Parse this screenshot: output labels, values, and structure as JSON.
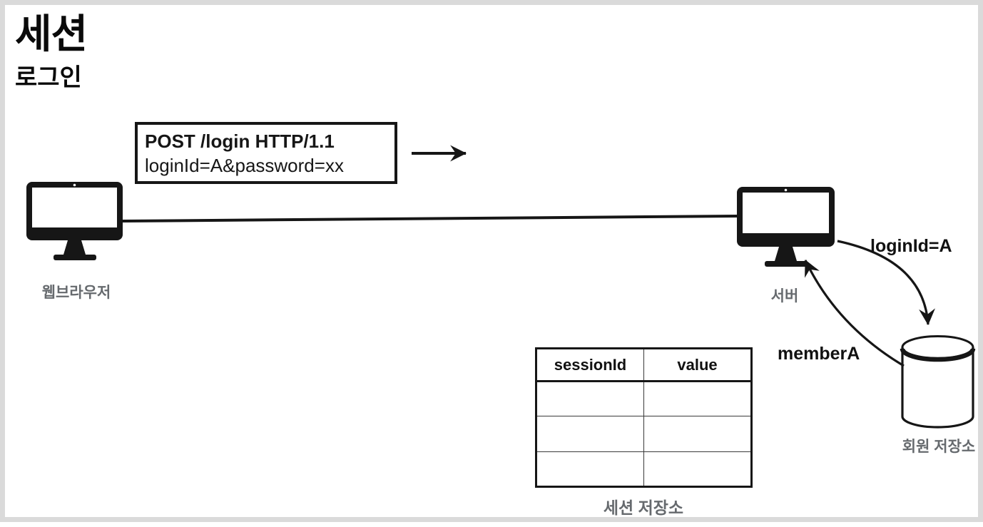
{
  "diagram": {
    "title": "세션",
    "subtitle": "로그인",
    "request_box": {
      "line1_prefix": "POST ",
      "line1_bold": "/login",
      "line1_suffix": " HTTP/1.1",
      "line2": "loginId=A&password=xx"
    },
    "nodes": {
      "browser_label": "웹브라우저",
      "server_label": "서버",
      "member_store_label": "회원 저장소",
      "session_store_label": "세션 저장소"
    },
    "edges": {
      "login_id_label": "loginId=A",
      "member_label": "memberA"
    },
    "session_table": {
      "headers": [
        "sessionId",
        "value"
      ],
      "rows": [
        [
          "",
          ""
        ],
        [
          "",
          ""
        ],
        [
          "",
          ""
        ]
      ]
    },
    "colors": {
      "ink": "#161616",
      "label_gray": "#666a6e",
      "canvas_border": "#dadada"
    }
  }
}
